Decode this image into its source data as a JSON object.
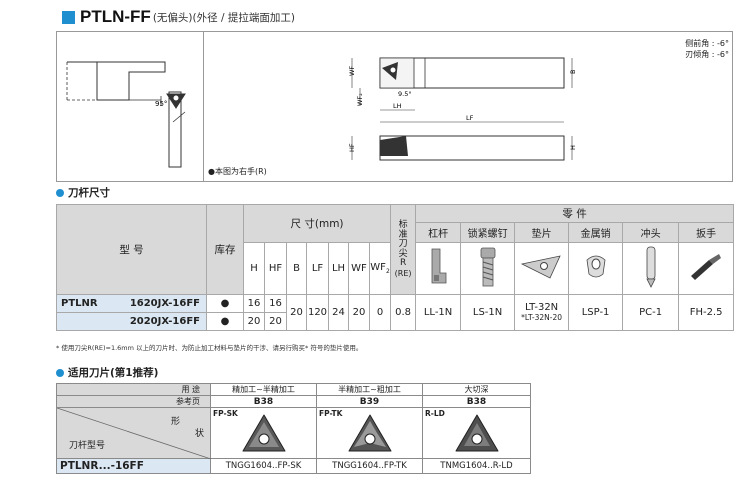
{
  "title": {
    "main": "PTLN-FF",
    "sub": "(无偏头)(外径 / 提拉端面加工)"
  },
  "drawing": {
    "angle_notes": [
      "侧前角 : -6°",
      "刃倾角 : -6°"
    ],
    "angle_small": "95°",
    "angle_label": "9.5°",
    "dim_labels": [
      "WF",
      "WF₂",
      "LH",
      "LF",
      "B",
      "HF",
      "H"
    ],
    "note": "●本图为右手(R)"
  },
  "section1": {
    "label": "刀杆尺寸"
  },
  "section2": {
    "label": "适用刀片(第1推荐)"
  },
  "table": {
    "model_label": "型  号",
    "stock_label": "库存",
    "dims_label": "尺  寸(mm)",
    "radius_label_lines": [
      "标",
      "准",
      "刀",
      "尖",
      "R",
      "(RE)"
    ],
    "parts_label": "零  件",
    "dim_cols": [
      "H",
      "HF",
      "B",
      "LF",
      "LH",
      "WF",
      "WF"
    ],
    "wf2_sub": "2",
    "part_cols": [
      "杠杆",
      "锁紧螺钉",
      "垫片",
      "金属销",
      "冲头",
      "扳手"
    ],
    "series": "PTLNR",
    "rows": [
      {
        "model": "1620JX-16FF",
        "stock": "●",
        "H": "16",
        "HF": "16"
      },
      {
        "model": "2020JX-16FF",
        "stock": "●",
        "H": "20",
        "HF": "20"
      }
    ],
    "shared": {
      "B": "20",
      "LF": "120",
      "LH": "24",
      "WF": "20",
      "WF2": "0",
      "RE": "0.8"
    },
    "parts": {
      "lever": "LL-1N",
      "screw": "LS-1N",
      "shim": "LT-32N",
      "shim_alt": "*LT-32N-20",
      "pin": "LSP-1",
      "punch": "PC-1",
      "wrench": "FH-2.5"
    }
  },
  "footnote": "* 使用刀尖R(RE)=1.6mm 以上的刀片时、为防止加工材料与垫片的干涉、请另行购买* 符号的垫片使用。",
  "inserts": {
    "purpose_label": "用  途",
    "grade_label": "参考页",
    "shape_label_1": "形",
    "shape_label_2": "状",
    "model_label": "刀杆型号",
    "holder": "PTLNR...-16FF",
    "cols": [
      {
        "purpose": "精加工~半精加工",
        "page": "B38",
        "tag": "FP-SK",
        "code": "TNGG1604..FP-SK"
      },
      {
        "purpose": "半精加工~粗加工",
        "page": "B39",
        "tag": "FP-TK",
        "code": "TNGG1604..FP-TK"
      },
      {
        "purpose": "大切深",
        "page": "B38",
        "tag": "R-LD",
        "code": "TNMG1604..R-LD"
      }
    ]
  },
  "colors": {
    "accent": "#1f8fd0",
    "header_gray": "#d9d9d9",
    "row_blue": "#dbe8f3"
  }
}
